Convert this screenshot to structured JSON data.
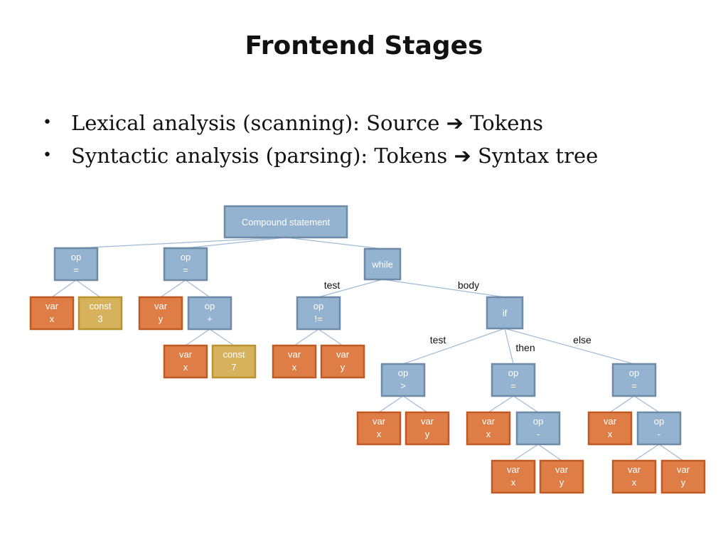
{
  "slide": {
    "title": "Frontend Stages",
    "bullets": [
      "Lexical analysis (scanning): Source ➔ Tokens",
      "Syntactic analysis (parsing): Tokens ➔ Syntax tree"
    ]
  },
  "colors": {
    "op_fill": "#94b3d1",
    "op_border": "#6f8aa6",
    "var_fill": "#de7d45",
    "var_border": "#c05a25",
    "const_fill": "#d6b25c",
    "const_border": "#bb932e",
    "edge": "#9dbad6"
  },
  "tree": {
    "nodes": [
      {
        "id": "root",
        "kind": "op",
        "lines": [
          "Compound statement"
        ]
      },
      {
        "id": "a1",
        "kind": "op",
        "lines": [
          "op",
          "="
        ]
      },
      {
        "id": "a1x",
        "kind": "var",
        "lines": [
          "var",
          "x"
        ]
      },
      {
        "id": "a1c",
        "kind": "const",
        "lines": [
          "const",
          "3"
        ]
      },
      {
        "id": "a2",
        "kind": "op",
        "lines": [
          "op",
          "="
        ]
      },
      {
        "id": "a2y",
        "kind": "var",
        "lines": [
          "var",
          "y"
        ]
      },
      {
        "id": "a2p",
        "kind": "op",
        "lines": [
          "op",
          "+"
        ]
      },
      {
        "id": "a2px",
        "kind": "var",
        "lines": [
          "var",
          "x"
        ]
      },
      {
        "id": "a2pc",
        "kind": "const",
        "lines": [
          "const",
          "7"
        ]
      },
      {
        "id": "w",
        "kind": "op",
        "lines": [
          "while"
        ]
      },
      {
        "id": "wt",
        "kind": "op",
        "lines": [
          "op",
          "!="
        ]
      },
      {
        "id": "wtx",
        "kind": "var",
        "lines": [
          "var",
          "x"
        ]
      },
      {
        "id": "wty",
        "kind": "var",
        "lines": [
          "var",
          "y"
        ]
      },
      {
        "id": "if",
        "kind": "op",
        "lines": [
          "if"
        ]
      },
      {
        "id": "it",
        "kind": "op",
        "lines": [
          "op",
          ">"
        ]
      },
      {
        "id": "itx",
        "kind": "var",
        "lines": [
          "var",
          "x"
        ]
      },
      {
        "id": "ity",
        "kind": "var",
        "lines": [
          "var",
          "y"
        ]
      },
      {
        "id": "ith",
        "kind": "op",
        "lines": [
          "op",
          "="
        ]
      },
      {
        "id": "ithx",
        "kind": "var",
        "lines": [
          "var",
          "x"
        ]
      },
      {
        "id": "ithm",
        "kind": "op",
        "lines": [
          "op",
          "-"
        ]
      },
      {
        "id": "ithmx",
        "kind": "var",
        "lines": [
          "var",
          "x"
        ]
      },
      {
        "id": "ithmy",
        "kind": "var",
        "lines": [
          "var",
          "y"
        ]
      },
      {
        "id": "iel",
        "kind": "op",
        "lines": [
          "op",
          "="
        ]
      },
      {
        "id": "ielx",
        "kind": "var",
        "lines": [
          "var",
          "x"
        ]
      },
      {
        "id": "ielm",
        "kind": "op",
        "lines": [
          "op",
          "-"
        ]
      },
      {
        "id": "ielmx",
        "kind": "var",
        "lines": [
          "var",
          "x"
        ]
      },
      {
        "id": "ielmy",
        "kind": "var",
        "lines": [
          "var",
          "y"
        ]
      }
    ],
    "edges": [
      {
        "from": "root",
        "to": "a1",
        "label": ""
      },
      {
        "from": "root",
        "to": "a2",
        "label": ""
      },
      {
        "from": "root",
        "to": "w",
        "label": ""
      },
      {
        "from": "a1",
        "to": "a1x",
        "label": ""
      },
      {
        "from": "a1",
        "to": "a1c",
        "label": ""
      },
      {
        "from": "a2",
        "to": "a2y",
        "label": ""
      },
      {
        "from": "a2",
        "to": "a2p",
        "label": ""
      },
      {
        "from": "a2p",
        "to": "a2px",
        "label": ""
      },
      {
        "from": "a2p",
        "to": "a2pc",
        "label": ""
      },
      {
        "from": "w",
        "to": "wt",
        "label": "test"
      },
      {
        "from": "w",
        "to": "if",
        "label": "body"
      },
      {
        "from": "wt",
        "to": "wtx",
        "label": ""
      },
      {
        "from": "wt",
        "to": "wty",
        "label": ""
      },
      {
        "from": "if",
        "to": "it",
        "label": "test"
      },
      {
        "from": "if",
        "to": "ith",
        "label": "then"
      },
      {
        "from": "if",
        "to": "iel",
        "label": "else"
      },
      {
        "from": "it",
        "to": "itx",
        "label": ""
      },
      {
        "from": "it",
        "to": "ity",
        "label": ""
      },
      {
        "from": "ith",
        "to": "ithx",
        "label": ""
      },
      {
        "from": "ith",
        "to": "ithm",
        "label": ""
      },
      {
        "from": "ithm",
        "to": "ithmx",
        "label": ""
      },
      {
        "from": "ithm",
        "to": "ithmy",
        "label": ""
      },
      {
        "from": "iel",
        "to": "ielx",
        "label": ""
      },
      {
        "from": "iel",
        "to": "ielm",
        "label": ""
      },
      {
        "from": "ielm",
        "to": "ielmx",
        "label": ""
      },
      {
        "from": "ielm",
        "to": "ielmy",
        "label": ""
      }
    ]
  }
}
